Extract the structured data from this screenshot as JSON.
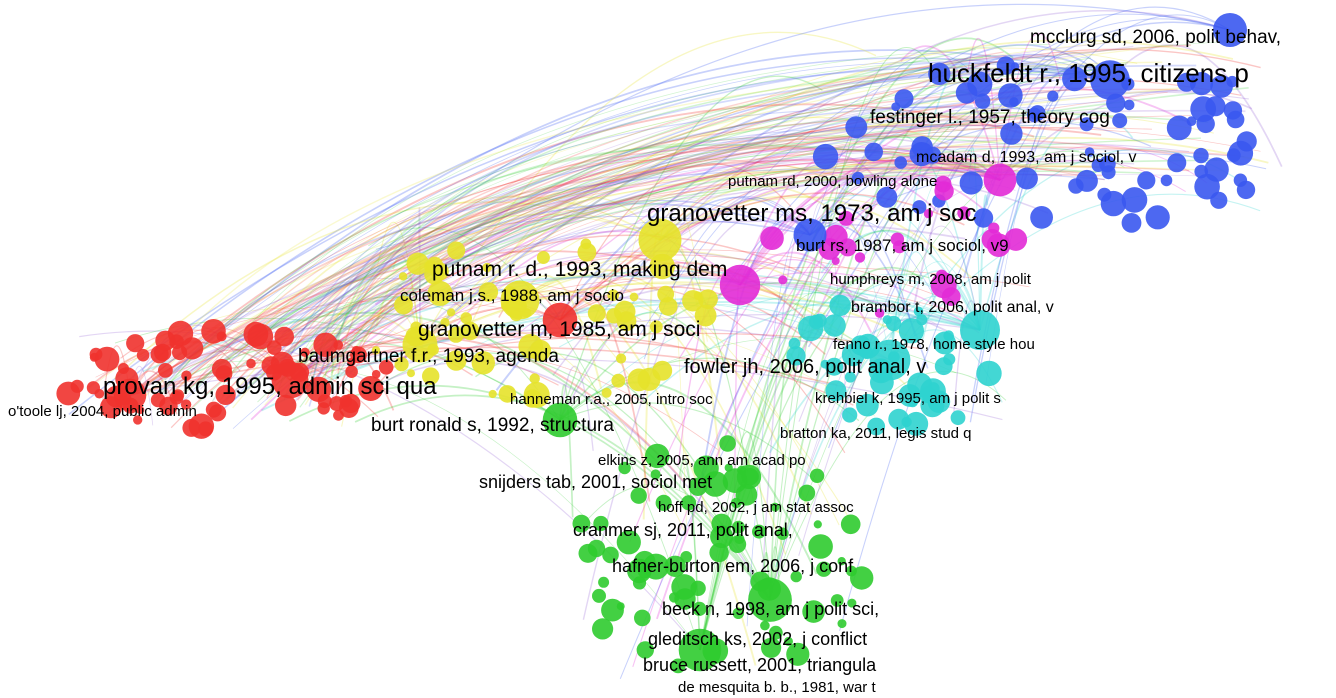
{
  "network": {
    "clusters": [
      {
        "key": "red",
        "color": "#f0322e"
      },
      {
        "key": "yellow",
        "color": "#e6e22a"
      },
      {
        "key": "green",
        "color": "#2fcb2f"
      },
      {
        "key": "cyan",
        "color": "#2fd3cf"
      },
      {
        "key": "blue",
        "color": "#3a58f0"
      },
      {
        "key": "magenta",
        "color": "#e22ad6"
      },
      {
        "key": "purple",
        "color": "#9a6ad8"
      }
    ],
    "labels": [
      {
        "text": "mcclurg sd, 2006, polit behav,",
        "cluster": "blue",
        "weight": 4
      },
      {
        "text": "huckfeldt r., 1995, citizens p",
        "cluster": "blue",
        "weight": 7
      },
      {
        "text": "festinger l., 1957, theory cog",
        "cluster": "blue",
        "weight": 4
      },
      {
        "text": "mcadam d, 1993, am j sociol, v",
        "cluster": "magenta",
        "weight": 3
      },
      {
        "text": "putnam rd, 2000, bowling alone",
        "cluster": "yellow",
        "weight": 3
      },
      {
        "text": "granovetter ms, 1973, am j soc",
        "cluster": "blue",
        "weight": 7
      },
      {
        "text": "burt rs, 1987, am j sociol, v9",
        "cluster": "blue",
        "weight": 4
      },
      {
        "text": "putnam r. d., 1993, making dem",
        "cluster": "yellow",
        "weight": 5
      },
      {
        "text": "humphreys m, 2008, am j polit",
        "cluster": "magenta",
        "weight": 2
      },
      {
        "text": "coleman j.s., 1988, am j socio",
        "cluster": "red",
        "weight": 3
      },
      {
        "text": "brambor t, 2006, polit anal, v",
        "cluster": "cyan",
        "weight": 3
      },
      {
        "text": "granovetter m, 1985, am j soci",
        "cluster": "red",
        "weight": 5
      },
      {
        "text": "fenno r., 1978, home style hou",
        "cluster": "cyan",
        "weight": 2
      },
      {
        "text": "baumgartner f.r., 1993, agenda",
        "cluster": "yellow",
        "weight": 4
      },
      {
        "text": "fowler jh, 2006, polit anal, v",
        "cluster": "cyan",
        "weight": 5
      },
      {
        "text": "provan kg, 1995, admin sci qua",
        "cluster": "red",
        "weight": 7
      },
      {
        "text": "o'toole lj, 2004, public admin",
        "cluster": "red",
        "weight": 3
      },
      {
        "text": "hanneman r.a., 2005, intro soc",
        "cluster": "cyan",
        "weight": 2
      },
      {
        "text": "krehbiel k, 1995, am j polit s",
        "cluster": "cyan",
        "weight": 2
      },
      {
        "text": "burt ronald s, 1992, structura",
        "cluster": "green",
        "weight": 4
      },
      {
        "text": "bratton ka, 2011, legis stud q",
        "cluster": "cyan",
        "weight": 2
      },
      {
        "text": "elkins z, 2005, ann am acad po",
        "cluster": "green",
        "weight": 2
      },
      {
        "text": "snijders tab, 2001, sociol met",
        "cluster": "green",
        "weight": 4
      },
      {
        "text": "hoff pd, 2002, j am stat assoc",
        "cluster": "green",
        "weight": 2
      },
      {
        "text": "cranmer sj, 2011, polit anal,",
        "cluster": "green",
        "weight": 4
      },
      {
        "text": "hafner-burton em, 2006, j conf",
        "cluster": "green",
        "weight": 4
      },
      {
        "text": "beck n, 1998, am j polit sci,",
        "cluster": "green",
        "weight": 4
      },
      {
        "text": "gleditsch ks, 2002, j conflict",
        "cluster": "green",
        "weight": 4
      },
      {
        "text": "bruce russett, 2001, triangula",
        "cluster": "green",
        "weight": 4
      },
      {
        "text": "de mesquita b. b., 1981, war t",
        "cluster": "green",
        "weight": 2
      }
    ]
  }
}
